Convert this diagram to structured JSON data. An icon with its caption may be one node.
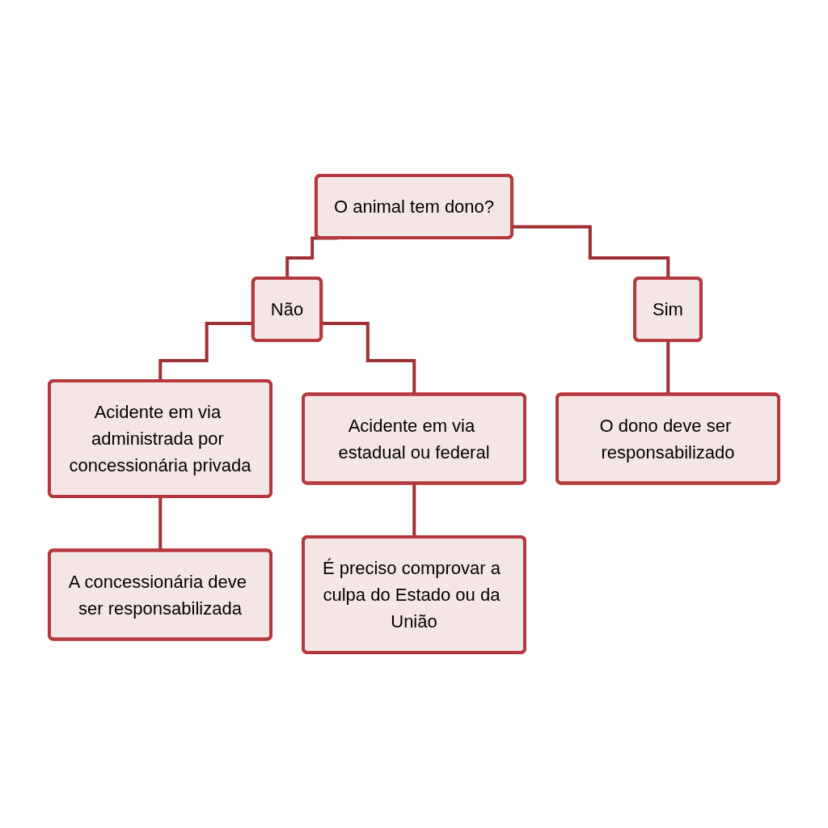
{
  "diagram": {
    "nodes": [
      {
        "text": [
          "O animal tem dono?"
        ]
      },
      {
        "text": [
          "Não"
        ]
      },
      {
        "text": [
          "Sim"
        ]
      },
      {
        "text": [
          "Acidente em via administrada por concessionária privada"
        ]
      },
      {
        "text": [
          "Acidente em via estadual ou federal"
        ]
      },
      {
        "text": [
          "O dono deve ser responsabilizado"
        ]
      },
      {
        "text": [
          "A concessionária deve ser responsabilizada"
        ]
      },
      {
        "text": [
          "É preciso comprovar a culpa do Estado ou da União"
        ]
      }
    ],
    "edges": [
      {
        "from": 0,
        "to": 1,
        "arrow": "none"
      },
      {
        "from": 0,
        "to": 2,
        "arrow": "none"
      },
      {
        "from": 1,
        "to": 3,
        "arrow": "none"
      },
      {
        "from": 1,
        "to": 4,
        "arrow": "none"
      },
      {
        "from": 2,
        "to": 5,
        "arrow": "none"
      },
      {
        "from": 3,
        "to": 6,
        "arrow": "none"
      },
      {
        "from": 4,
        "to": 7,
        "arrow": "none"
      }
    ]
  }
}
